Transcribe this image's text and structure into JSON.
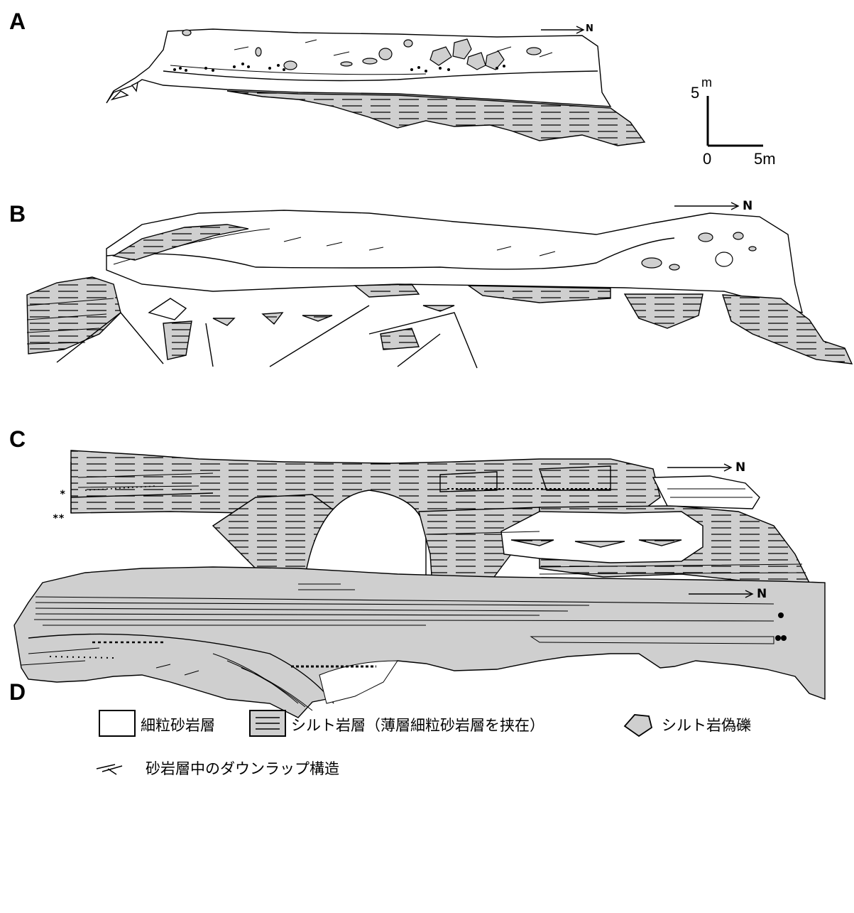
{
  "panels": {
    "a": {
      "label": "A",
      "north": "N"
    },
    "b": {
      "label": "B",
      "north": "N"
    },
    "c": {
      "label": "C",
      "north": "N",
      "marker_single": "*",
      "marker_double": "**"
    },
    "d": {
      "label": "D",
      "north": "N"
    }
  },
  "scale": {
    "vertical_label": "5",
    "vertical_unit": "m",
    "origin": "0",
    "horizontal_label": "5m"
  },
  "legend": {
    "sandstone": "細粒砂岩層",
    "siltstone": "シルト岩層（薄層細粒砂岩層を挟在）",
    "clast": "シルト岩偽礫",
    "downlap": "砂岩層中のダウンラップ構造"
  },
  "colors": {
    "silt_fill": "#cfcfcf",
    "line": "#000000",
    "background": "#ffffff"
  }
}
